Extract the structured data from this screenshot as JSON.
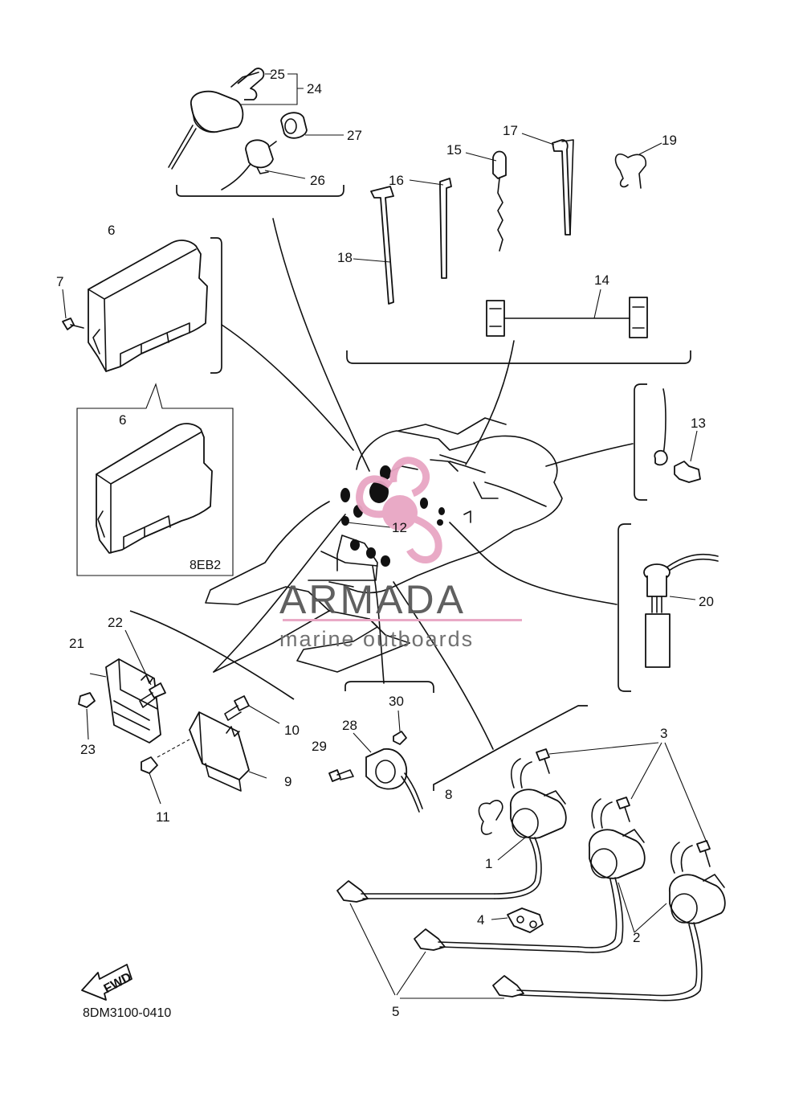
{
  "diagram": {
    "drawing_code": "8DM3100-0410",
    "variant_label": "8EB2",
    "fwd_label": "FWD",
    "watermark": {
      "brand": "ARMADA",
      "tagline": "marine outboards",
      "color_pink": "#e8a6c4",
      "color_grey": "#5a5a5a"
    },
    "callouts": [
      {
        "id": "1",
        "text": "1"
      },
      {
        "id": "2",
        "text": "2"
      },
      {
        "id": "3",
        "text": "3"
      },
      {
        "id": "4",
        "text": "4"
      },
      {
        "id": "5",
        "text": "5"
      },
      {
        "id": "6a",
        "text": "6"
      },
      {
        "id": "6b",
        "text": "6"
      },
      {
        "id": "7",
        "text": "7"
      },
      {
        "id": "8",
        "text": "8"
      },
      {
        "id": "9",
        "text": "9"
      },
      {
        "id": "10",
        "text": "10"
      },
      {
        "id": "11",
        "text": "11"
      },
      {
        "id": "12",
        "text": "12"
      },
      {
        "id": "13",
        "text": "13"
      },
      {
        "id": "14",
        "text": "14"
      },
      {
        "id": "15",
        "text": "15"
      },
      {
        "id": "16",
        "text": "16"
      },
      {
        "id": "17",
        "text": "17"
      },
      {
        "id": "18",
        "text": "18"
      },
      {
        "id": "19",
        "text": "19"
      },
      {
        "id": "20",
        "text": "20"
      },
      {
        "id": "21",
        "text": "21"
      },
      {
        "id": "22",
        "text": "22"
      },
      {
        "id": "23",
        "text": "23"
      },
      {
        "id": "24",
        "text": "24"
      },
      {
        "id": "25",
        "text": "25"
      },
      {
        "id": "26",
        "text": "26"
      },
      {
        "id": "27",
        "text": "27"
      },
      {
        "id": "28",
        "text": "28"
      },
      {
        "id": "29",
        "text": "29"
      },
      {
        "id": "30",
        "text": "30"
      }
    ]
  }
}
